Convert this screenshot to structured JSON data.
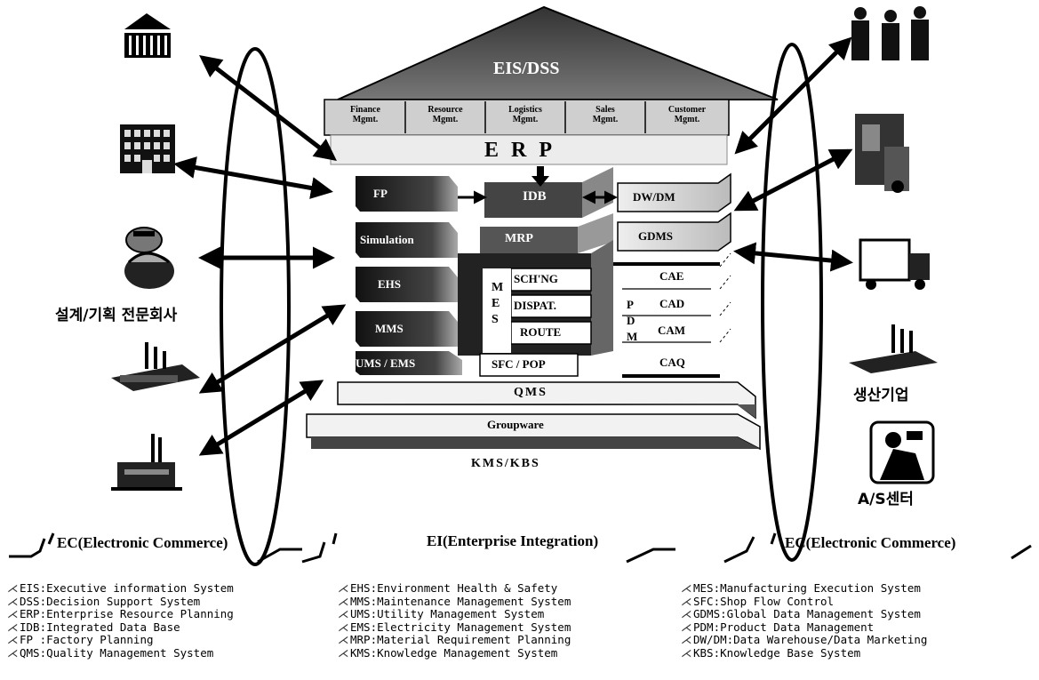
{
  "center": {
    "roof_title": "EIS/DSS",
    "mgmt_boxes": [
      "Finance\nMgmt.",
      "Resource\nMgmt.",
      "Logistics\nMgmt.",
      "Sales\nMgmt.",
      "Customer\nMgmt."
    ],
    "erp": "E R P",
    "idb": "IDB",
    "mrp": "MRP",
    "left_stack": [
      "FP",
      "Simulation",
      "EHS",
      "MMS",
      "UMS / EMS"
    ],
    "mes_letters": "M\nE\nS",
    "mes_boxes": [
      "SCH'NG",
      "DISPAT.",
      "ROUTE"
    ],
    "sfc": "SFC / POP",
    "right_stack": [
      "DW/DM",
      "GDMS",
      "CAE",
      "CAD",
      "CAM",
      "CAQ"
    ],
    "pdm_letters": "P\nD\nM",
    "qms": "QMS",
    "groupware": "Groupware",
    "kms": "KMS/KBS"
  },
  "side_labels": {
    "left": "설계/기획 전문회사",
    "right_factory": "생산기업",
    "right_service": "A/S센터"
  },
  "banners": {
    "left": "EC(Electronic Commerce)",
    "middle": "EI(Enterprise Integration)",
    "right": "EC(Electronic Commerce)"
  },
  "legend": {
    "col1": [
      "EIS:Executive information System",
      "DSS:Decision Support System",
      "ERP:Enterprise Resource Planning",
      "IDB:Integrated Data Base",
      "FP :Factory Planning",
      "QMS:Quality Management System"
    ],
    "col2": [
      "EHS:Environment Health & Safety",
      "MMS:Maintenance Management System",
      "UMS:Utility Management System",
      "EMS:Electricity Management System",
      "MRP:Material Requirement Planning",
      "KMS:Knowledge Management System"
    ],
    "col3": [
      "MES:Manufacturing Execution System",
      "SFC:Shop Flow Control",
      "GDMS:Global Data Management System",
      "PDM:Product Data Management",
      "DW/DM:Data Warehouse/Data Marketing",
      "KBS:Knowledge Base System"
    ]
  },
  "colors": {
    "dark": "#1a1a1a",
    "mid": "#8a8a8a",
    "light": "#e6e6e6"
  }
}
